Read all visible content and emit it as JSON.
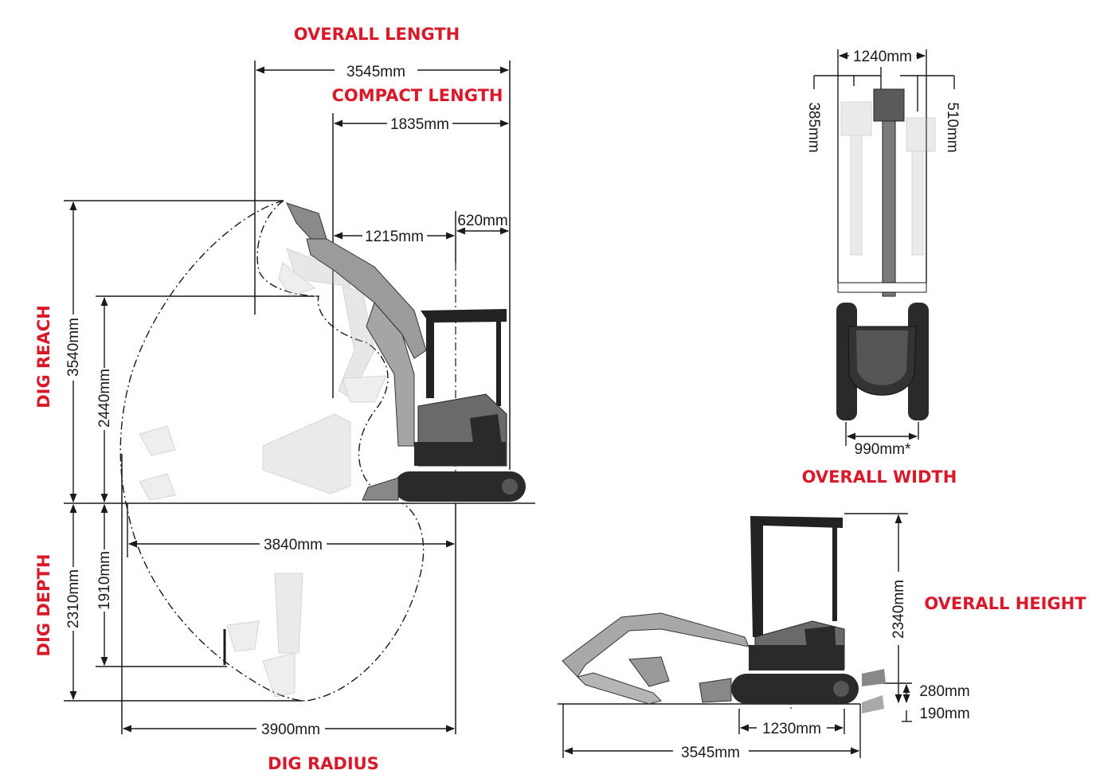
{
  "colors": {
    "accent": "#d9192a",
    "line": "#1a1a1a",
    "machine_dark": "#2a2a2a",
    "machine_light": "#c8c8c8"
  },
  "side_view": {
    "overall_length_title": "OVERALL LENGTH",
    "overall_length": "3545mm",
    "compact_length_title": "COMPACT LENGTH",
    "compact_length": "1835mm",
    "offset_1215": "1215mm",
    "rear_620": "620mm",
    "dig_reach_title": "DIG REACH",
    "dig_reach": "3540mm",
    "height_2440": "2440mm",
    "dig_depth_title": "DIG DEPTH",
    "dig_depth": "2310mm",
    "depth_1910": "1910mm",
    "width_3840": "3840mm",
    "dig_radius": "3900mm",
    "dig_radius_title": "DIG RADIUS"
  },
  "top_view": {
    "offset_total": "1240mm",
    "offset_left": "385mm",
    "offset_right": "510mm",
    "track_width": "990mm*",
    "overall_width_title": "OVERALL WIDTH"
  },
  "transport_view": {
    "overall_height": "2340mm",
    "overall_height_title": "OVERALL HEIGHT",
    "blade_up": "280mm",
    "blade_down": "190mm",
    "track_length": "1230mm",
    "transport_length": "3545mm"
  }
}
